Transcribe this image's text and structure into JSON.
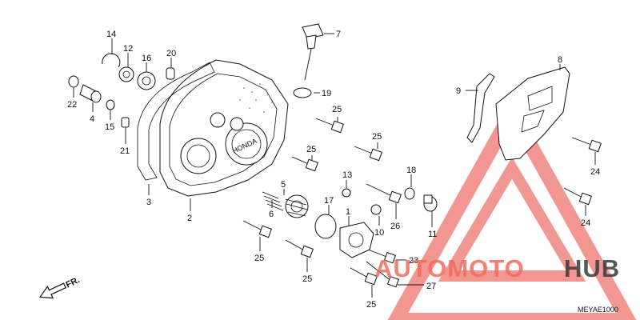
{
  "diagram": {
    "code": "MEYAE1000",
    "direction_label": "FR.",
    "part_numbers": [
      "1",
      "2",
      "3",
      "4",
      "5",
      "6",
      "7",
      "8",
      "9",
      "10",
      "11",
      "12",
      "13",
      "14",
      "15",
      "16",
      "17",
      "18",
      "19",
      "20",
      "21",
      "22",
      "23",
      "24",
      "25",
      "26",
      "27"
    ]
  },
  "labels": {
    "l14": "14",
    "l12": "12",
    "l16": "16",
    "l20": "20",
    "l7": "7",
    "l8": "8",
    "l9": "9",
    "l22": "22",
    "l4": "4",
    "l15": "15",
    "l21": "21",
    "l19": "19",
    "l3": "3",
    "l2": "2",
    "l25a": "25",
    "l25b": "25",
    "l25c": "25",
    "l25d": "25",
    "l25e": "25",
    "l25f": "25",
    "l13": "13",
    "l18": "18",
    "l5": "5",
    "l6": "6",
    "l17": "17",
    "l1": "1",
    "l10": "10",
    "l26": "26",
    "l11": "11",
    "l23": "23",
    "l27": "27",
    "l24a": "24",
    "l24b": "24"
  },
  "watermark": {
    "part1": "AUTOMOTO",
    "part2": "HUB",
    "color1": "#f26b5b",
    "color2": "#3a3a3a"
  },
  "colors": {
    "line": "#111111",
    "watermark_triangle": "#f0a8a0"
  }
}
